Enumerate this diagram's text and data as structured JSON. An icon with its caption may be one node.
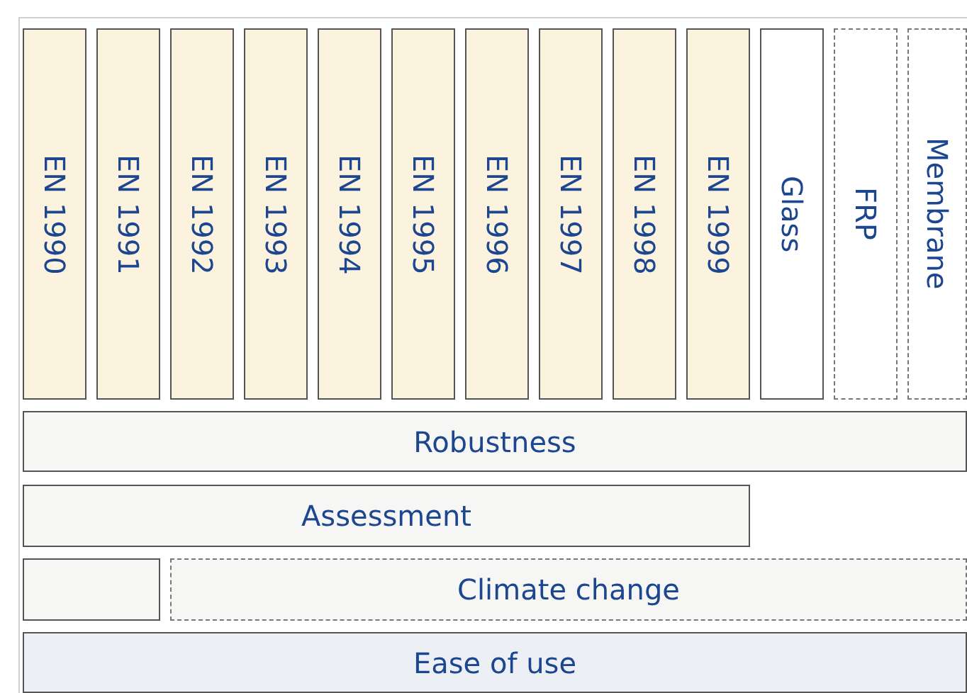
{
  "diagram": {
    "nodes": [
      {
        "text": [
          "EN 1990"
        ]
      },
      {
        "text": [
          "EN 1991"
        ]
      },
      {
        "text": [
          "EN 1992"
        ]
      },
      {
        "text": [
          "EN 1993"
        ]
      },
      {
        "text": [
          "EN 1994"
        ]
      },
      {
        "text": [
          "EN 1995"
        ]
      },
      {
        "text": [
          "EN 1996"
        ]
      },
      {
        "text": [
          "EN 1997"
        ]
      },
      {
        "text": [
          "EN 1998"
        ]
      },
      {
        "text": [
          "EN 1999"
        ]
      },
      {
        "text": [
          "Glass"
        ]
      },
      {
        "text": [
          "FRP"
        ]
      },
      {
        "text": [
          "Membrane"
        ]
      },
      {
        "text": [
          "Robustness"
        ]
      },
      {
        "text": [
          "Assessment"
        ]
      },
      {
        "text": [],
        "shape": "box"
      },
      {
        "text": [
          "Climate change"
        ]
      },
      {
        "text": [
          "Ease of use"
        ]
      }
    ]
  }
}
